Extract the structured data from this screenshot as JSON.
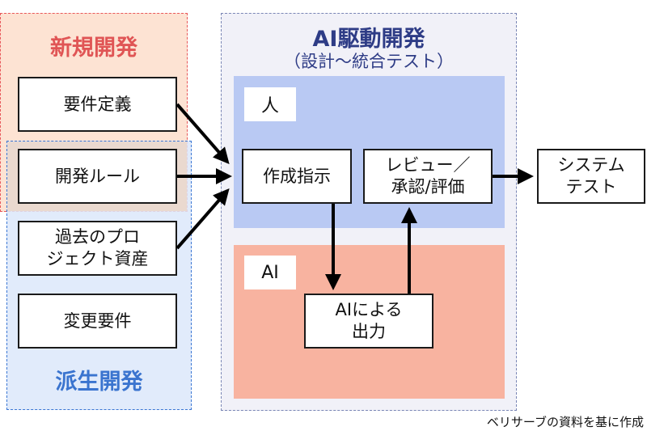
{
  "groups": {
    "new_dev": {
      "title": "新規開発",
      "color": "#e05555"
    },
    "derived_dev": {
      "title": "派生開発",
      "color": "#3a74cf"
    },
    "ai_dev": {
      "title": "AI駆動開発",
      "subtitle": "（設計〜統合テスト）",
      "color": "#2e3c86"
    }
  },
  "inputs": [
    {
      "label": "要件定義"
    },
    {
      "label": "開発ルール"
    },
    {
      "label": "過去のプロ\nジェクト資産"
    },
    {
      "label": "変更要件"
    }
  ],
  "zones": {
    "human": {
      "label": "人",
      "color": "#b9c9f3"
    },
    "ai": {
      "label": "AI",
      "color": "#f8b3a0"
    }
  },
  "process": {
    "instruction": "作成指示",
    "review": "レビュー／\n承認/評価",
    "ai_output": "AIによる\n出力",
    "system_test": "システム\nテスト"
  },
  "caption": "ベリサーブの資料を基に作成"
}
